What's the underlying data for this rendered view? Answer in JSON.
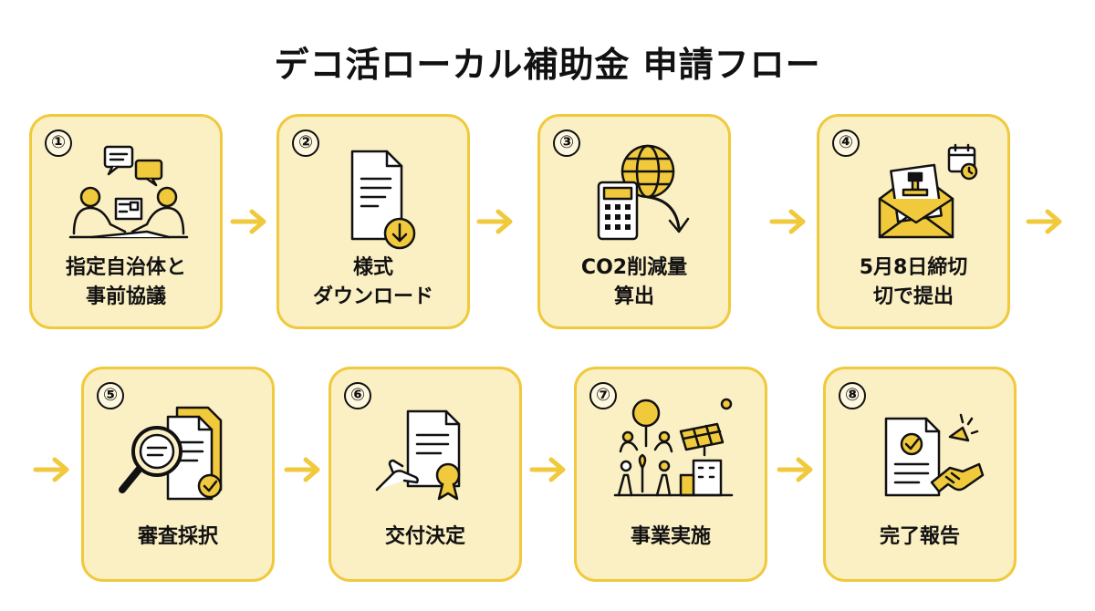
{
  "title": "デコ活ローカル補助金 申請フロー",
  "colors": {
    "accent": "#F0C93C",
    "card_bg": "#FBEFC4",
    "ink": "#111111"
  },
  "steps": [
    {
      "num": "①",
      "lines": [
        "指定自治体と",
        "事前協議"
      ],
      "icon": "consultation-icon"
    },
    {
      "num": "②",
      "lines": [
        "様式",
        "ダウンロード"
      ],
      "icon": "document-download-icon"
    },
    {
      "num": "③",
      "lines": [
        "CO2削減量",
        "算出"
      ],
      "icon": "calculator-globe-icon"
    },
    {
      "num": "④",
      "lines": [
        "5月8日締切",
        "切で提出"
      ],
      "icon": "envelope-stamp-calendar-icon"
    },
    {
      "num": "⑤",
      "lines": [
        "審査採択"
      ],
      "icon": "magnifier-document-icon"
    },
    {
      "num": "⑥",
      "lines": [
        "交付決定"
      ],
      "icon": "certificate-hand-icon"
    },
    {
      "num": "⑦",
      "lines": [
        "事業実施"
      ],
      "icon": "community-solar-icon"
    },
    {
      "num": "⑧",
      "lines": [
        "完了報告"
      ],
      "icon": "report-handshake-icon"
    }
  ]
}
